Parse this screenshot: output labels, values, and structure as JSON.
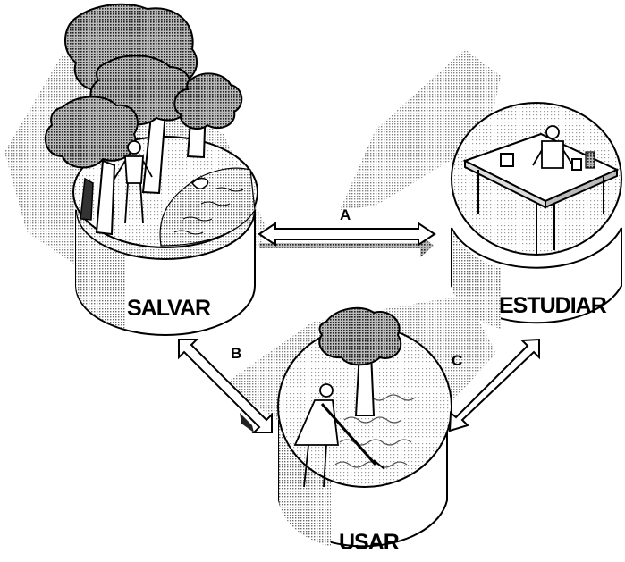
{
  "nodes": {
    "save": {
      "label": "SALVAR"
    },
    "study": {
      "label": "ESTUDIAR"
    },
    "use": {
      "label": "USAR"
    }
  },
  "arrows": {
    "a": {
      "label": "A"
    },
    "b": {
      "label": "B"
    },
    "c": {
      "label": "C"
    }
  }
}
